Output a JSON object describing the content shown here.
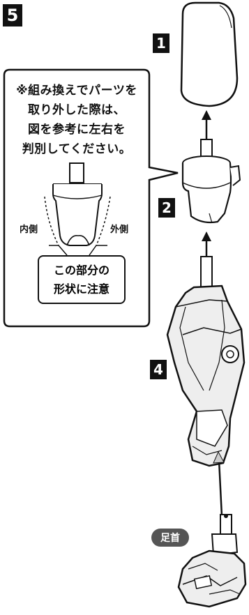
{
  "step_number": "5",
  "part_numbers": {
    "p1": "1",
    "p2": "2",
    "p4": "4"
  },
  "note": {
    "line1": "※組み換えでパーツを",
    "line2": "取り外した際は、",
    "line3": "図を参考に左右を",
    "line4": "判別してください。"
  },
  "labels": {
    "inner": "内側",
    "outer": "外側"
  },
  "callout": {
    "line1": "この部分の",
    "line2": "形状に注意"
  },
  "ankle_label": "足首",
  "colors": {
    "ink": "#111111",
    "pill": "#555555",
    "background": "#ffffff"
  }
}
